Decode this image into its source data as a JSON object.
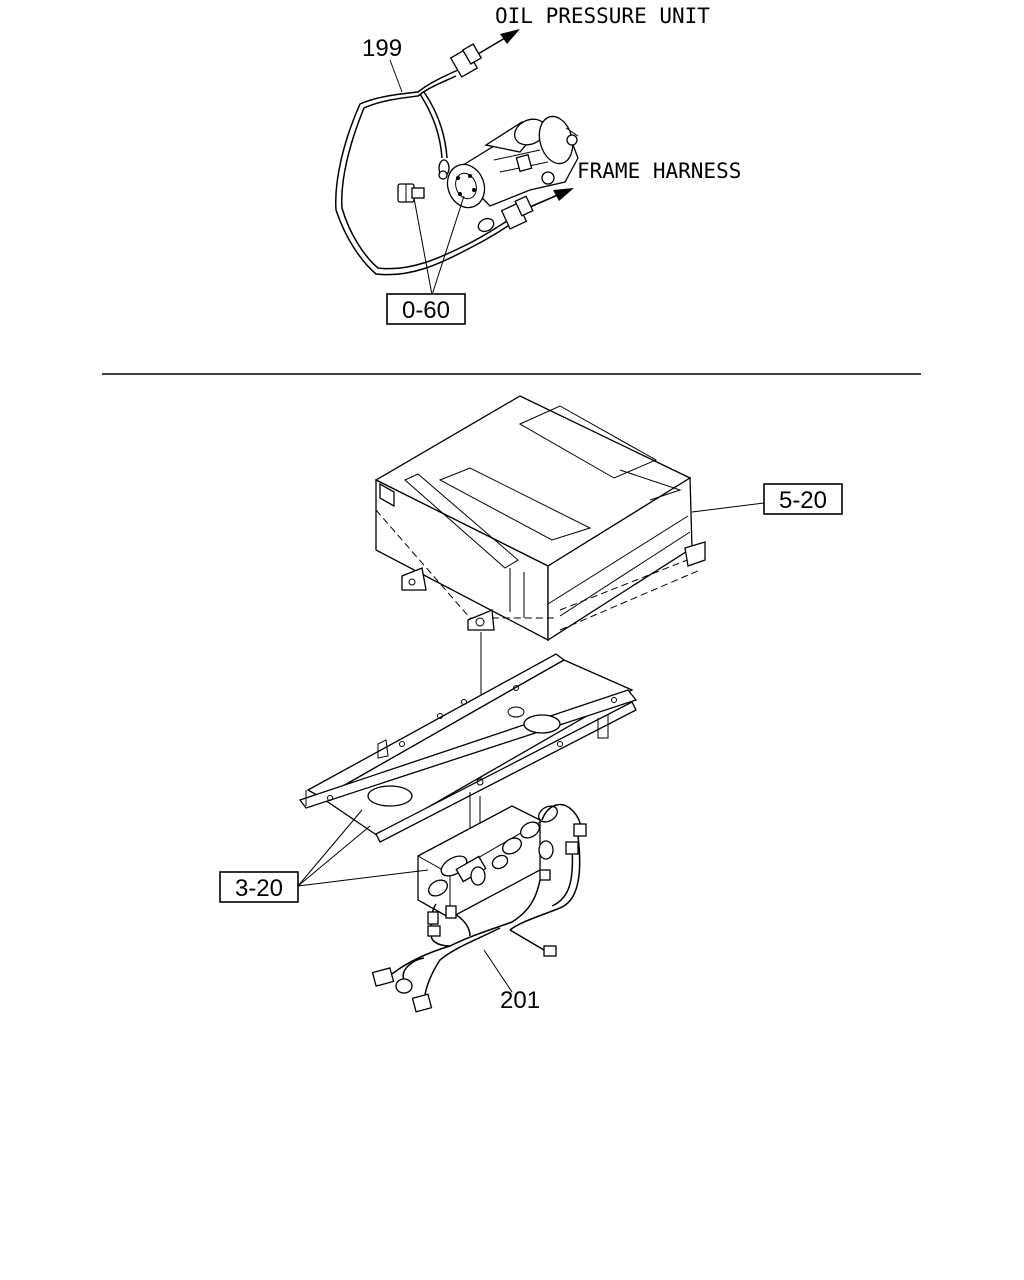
{
  "callouts": {
    "oil_pressure_unit": "OIL PRESSURE UNIT",
    "frame_harness": "FRAME HARNESS"
  },
  "part_numbers": {
    "upper_harness": "199",
    "lower_harness": "201"
  },
  "ref_boxes": {
    "upper_bolts": "0-60",
    "module_cover": "5-20",
    "frame_bracket": "3-20"
  }
}
